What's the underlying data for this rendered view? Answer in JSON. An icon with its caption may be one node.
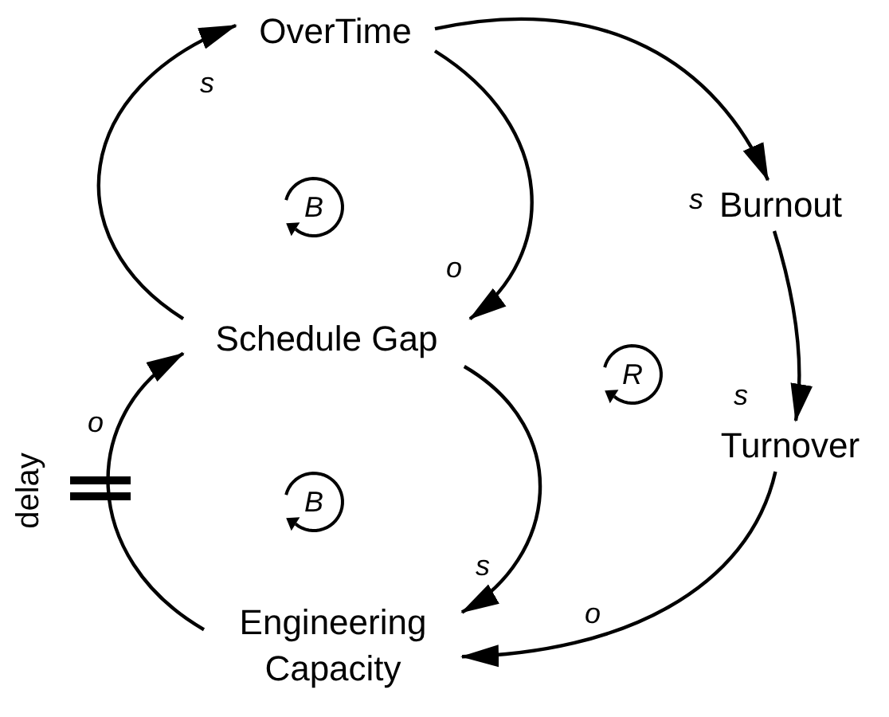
{
  "diagram": {
    "nodes": [
      {
        "text": [
          "OverTime"
        ]
      },
      {
        "text": [
          "Schedule Gap"
        ]
      },
      {
        "text": [
          "Burnout"
        ]
      },
      {
        "text": [
          "Turnover"
        ]
      },
      {
        "text": [
          "Engineering Capacity"
        ]
      }
    ],
    "edges": [
      {
        "from": 1,
        "to": 0,
        "arrow": "to",
        "label": "s"
      },
      {
        "from": 0,
        "to": 1,
        "arrow": "to",
        "label": "o"
      },
      {
        "from": 0,
        "to": 2,
        "arrow": "to",
        "label": "s"
      },
      {
        "from": 2,
        "to": 3,
        "arrow": "to",
        "label": "s"
      },
      {
        "from": 3,
        "to": 4,
        "arrow": "to",
        "label": "o"
      },
      {
        "from": 1,
        "to": 4,
        "arrow": "to",
        "label": "s"
      },
      {
        "from": 4,
        "to": 1,
        "arrow": "to",
        "label": "o"
      }
    ],
    "labels": [
      "B",
      "R",
      "delay",
      "B"
    ]
  }
}
